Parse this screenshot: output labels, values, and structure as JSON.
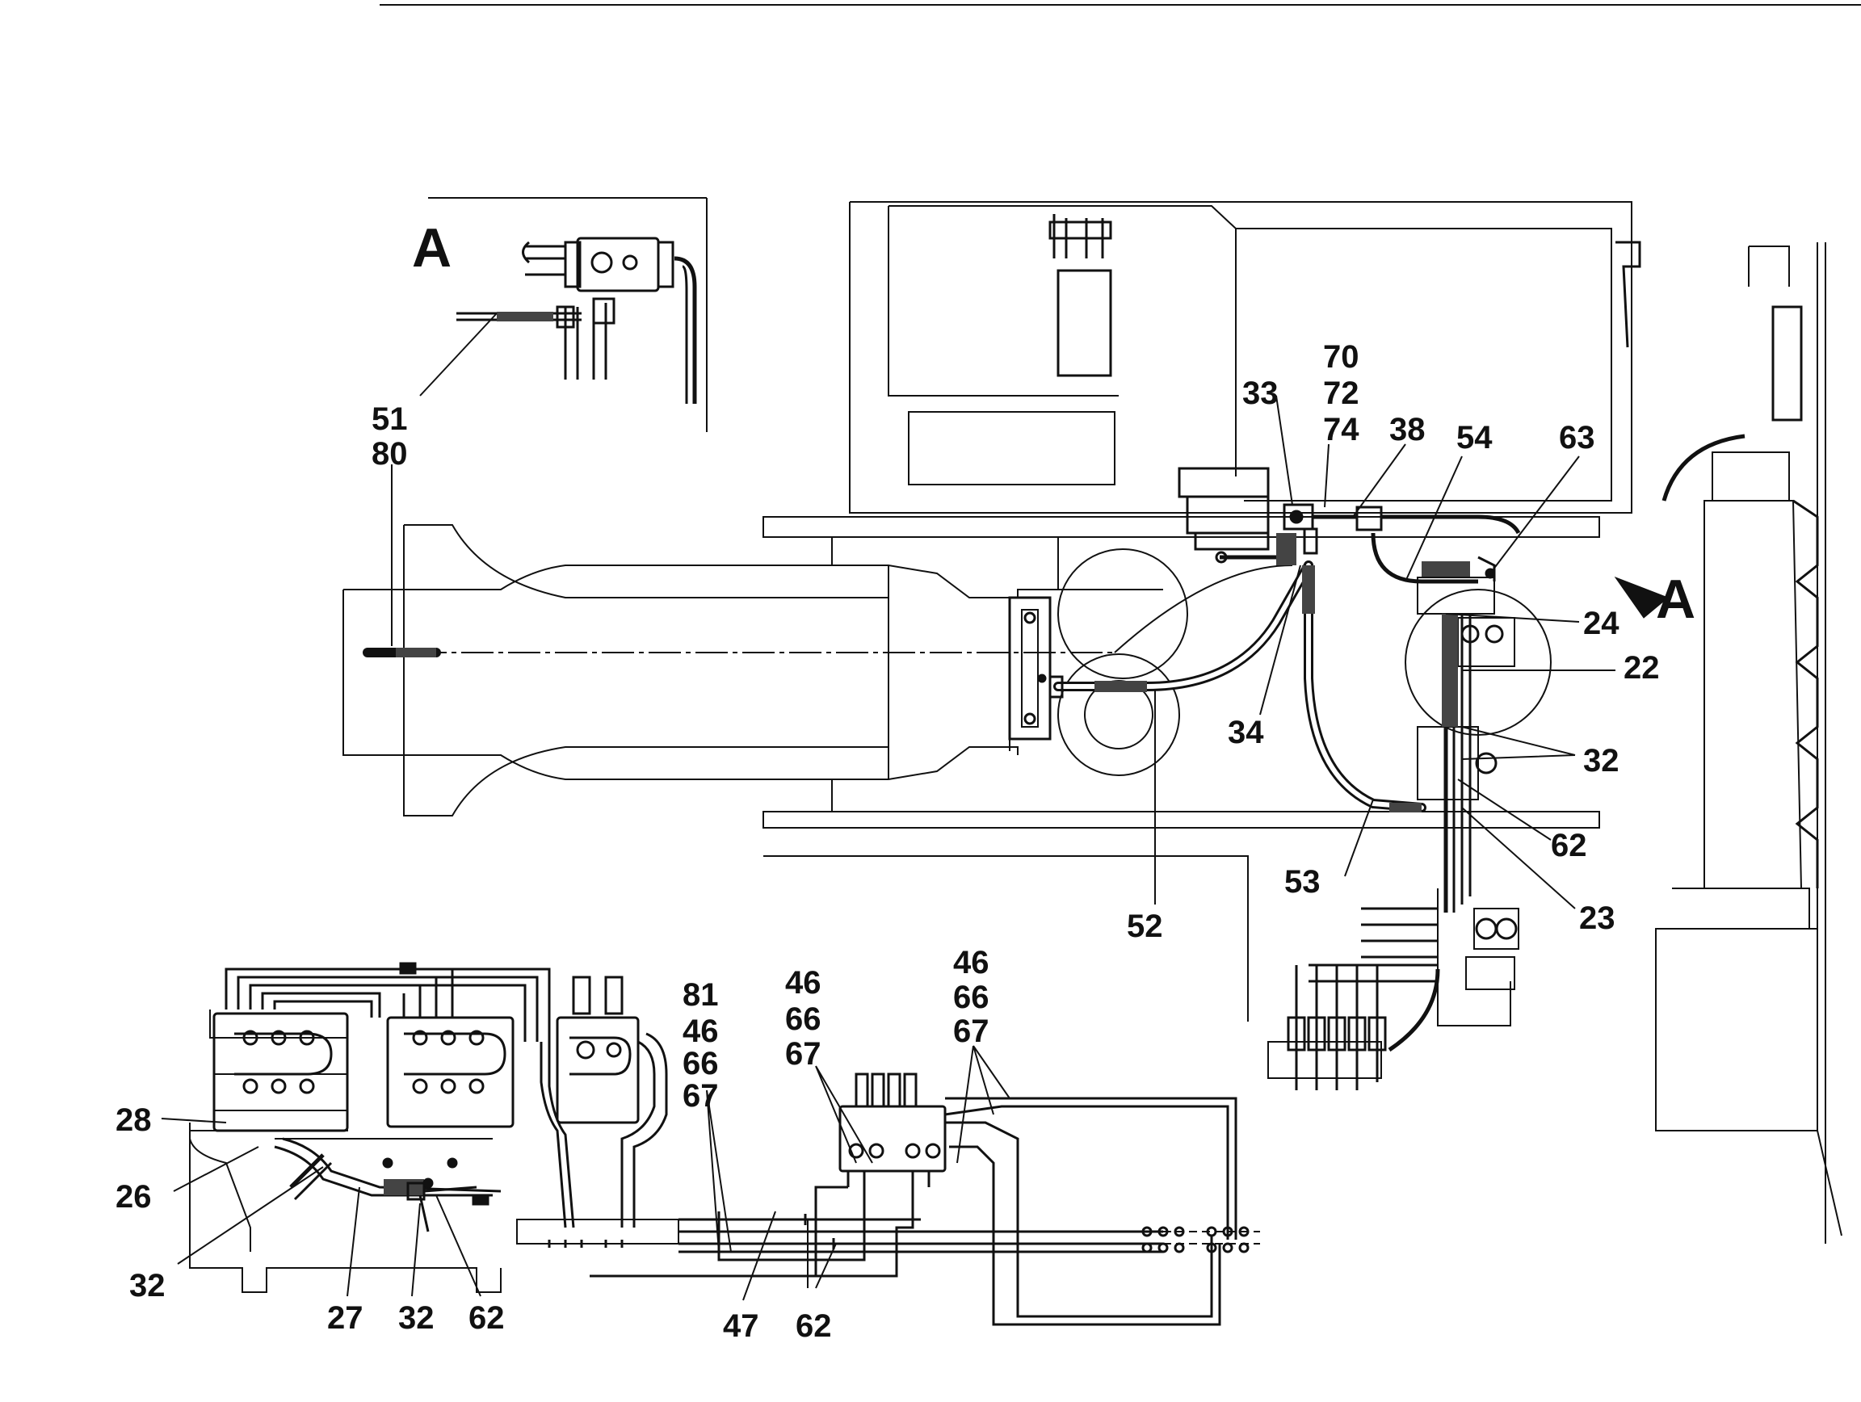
{
  "detail_label": "A",
  "view_marker": "A",
  "callouts": {
    "c51_80": [
      "51",
      "80"
    ],
    "c33": "33",
    "c70_72_74": [
      "70",
      "72",
      "74"
    ],
    "c38": "38",
    "c54": "54",
    "c63": "63",
    "c24": "24",
    "c22": "22",
    "c32_right": "32",
    "c62_right": "62",
    "c23": "23",
    "c53": "53",
    "c34": "34",
    "c52": "52",
    "c28": "28",
    "c26": "26",
    "c32_left": "32",
    "c27": "27",
    "c32_bottom": "32",
    "c62_bottom": "62",
    "c81_46_66_67": [
      "81",
      "46",
      "66",
      "67"
    ],
    "c46_66_67_mid": [
      "46",
      "66",
      "67"
    ],
    "c46_66_67_right": [
      "46",
      "66",
      "67"
    ],
    "c47": "47",
    "c62_lower": "62"
  }
}
